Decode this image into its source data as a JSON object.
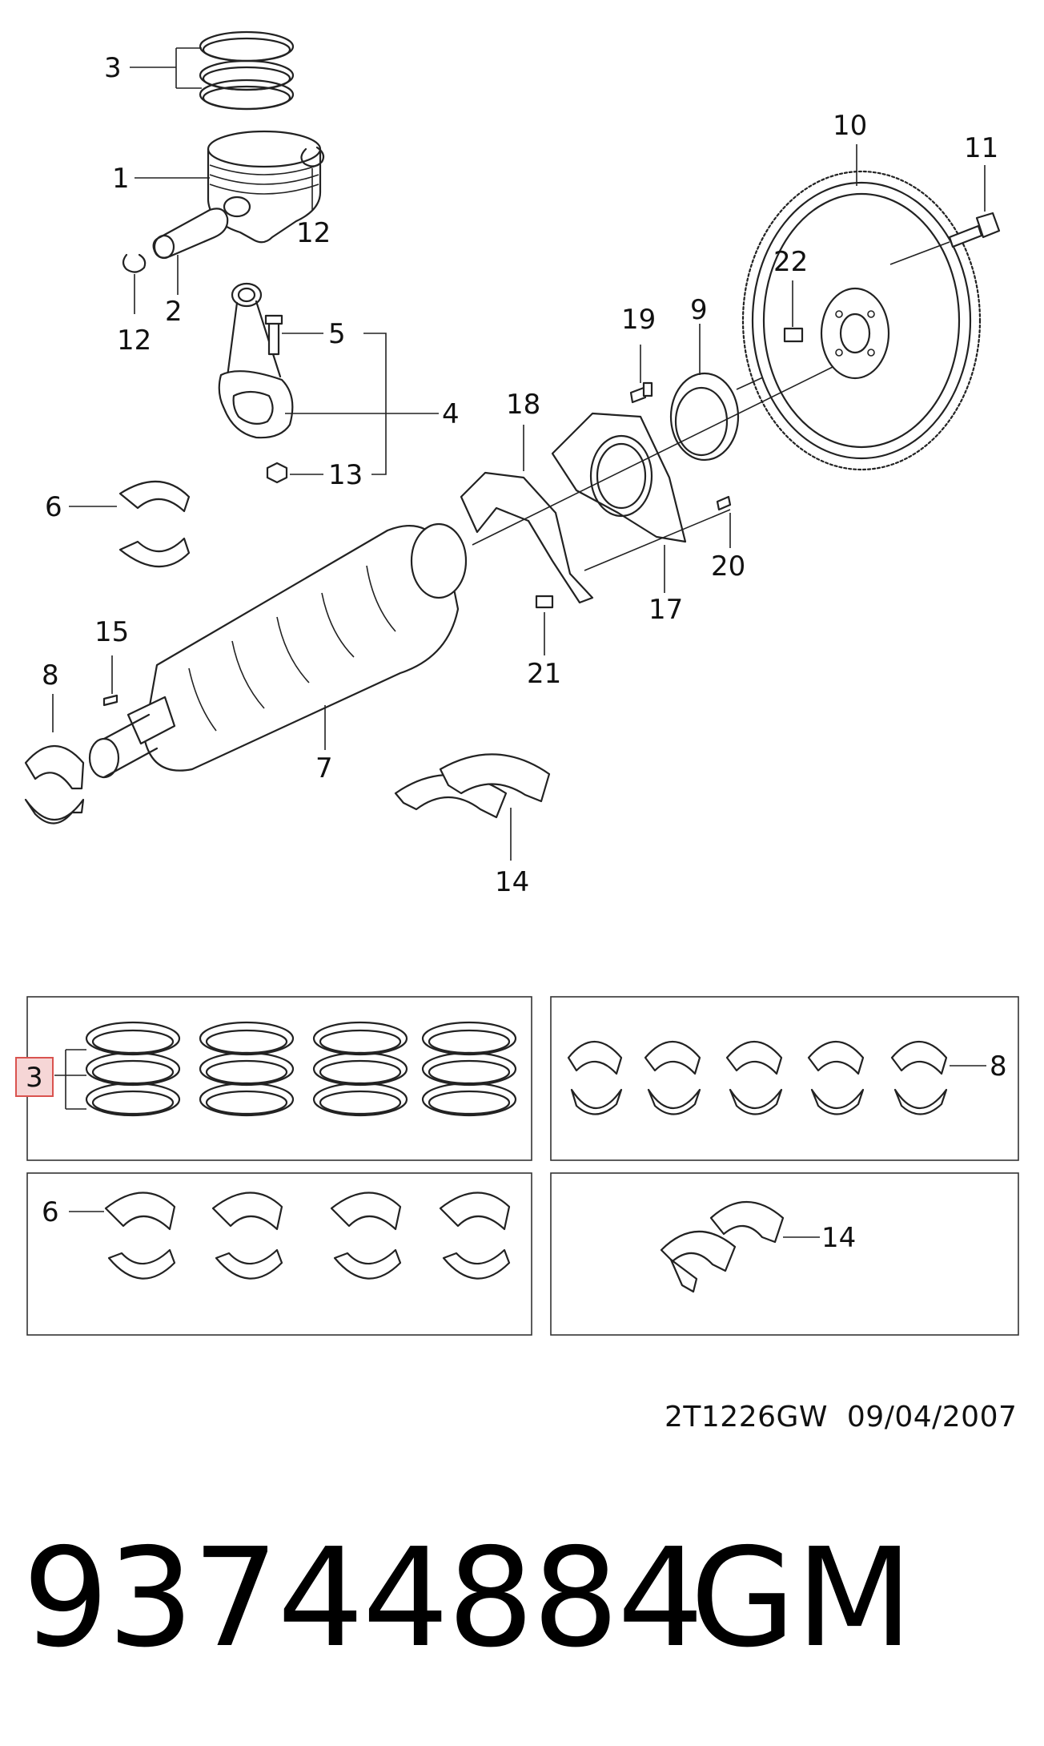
{
  "callouts": {
    "c1": "1",
    "c2": "2",
    "c3": "3",
    "c4": "4",
    "c5": "5",
    "c6": "6",
    "c7": "7",
    "c8": "8",
    "c9": "9",
    "c10": "10",
    "c11": "11",
    "c12a": "12",
    "c12b": "12",
    "c13": "13",
    "c14": "14",
    "c15": "15",
    "c17": "17",
    "c18": "18",
    "c19": "19",
    "c20": "20",
    "c21": "21",
    "c22": "22"
  },
  "sets": {
    "rings_label": "3",
    "main_bearings_label": "8",
    "rod_bearings_label": "6",
    "thrust_label": "14"
  },
  "highlight": {
    "item": "3",
    "color": "#d9534f"
  },
  "footer": {
    "doc_ref": "2T1226GW  09/04/2007",
    "part_number": "93744884",
    "brand": "GM"
  }
}
